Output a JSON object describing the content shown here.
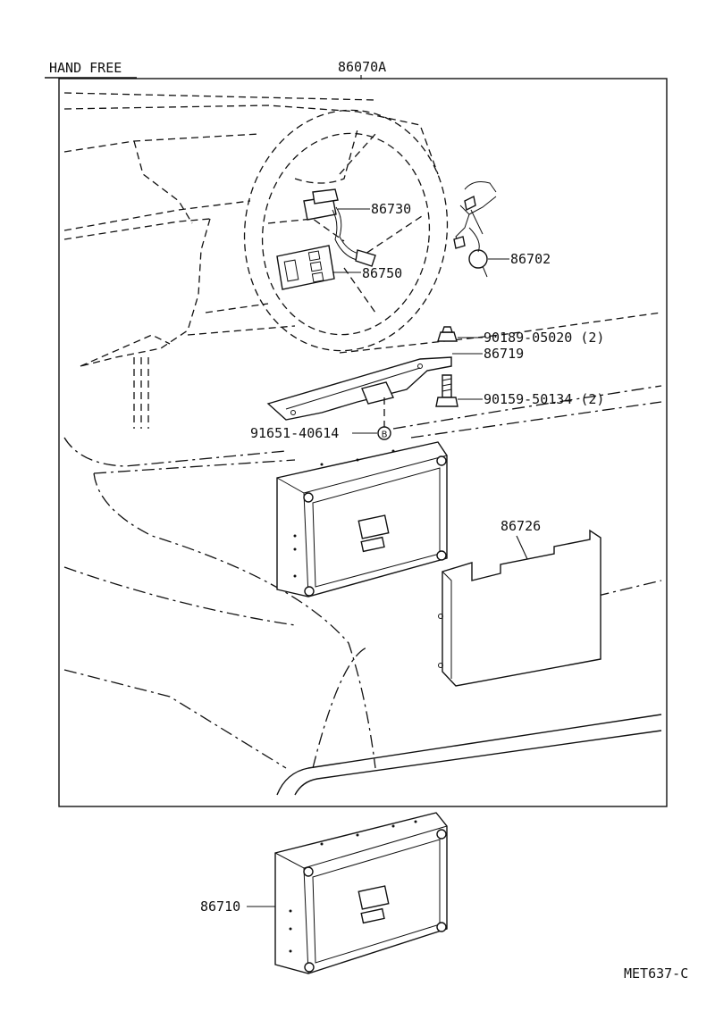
{
  "header": {
    "section_label": "HAND FREE",
    "assembly_number": "86070A"
  },
  "parts": {
    "p86730": "86730",
    "p86750": "86750",
    "p86702": "86702",
    "p90189": "90189-05020 (2)",
    "p86719": "86719",
    "p90159": "90159-50134 (2)",
    "p91651": "91651-40614",
    "p86726": "86726",
    "p86710": "86710"
  },
  "callout_marker": "B",
  "figure_code": "MET637-C"
}
